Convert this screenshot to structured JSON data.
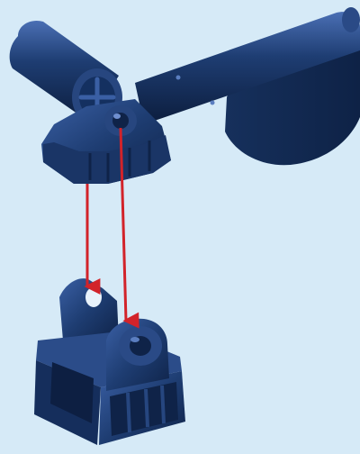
{
  "illustration": {
    "background_color": "#d6eaf7",
    "part_color": "#1e3d72",
    "part_highlight_color": "#3a5fa4",
    "part_shadow_color": "#0f2348",
    "arrow_color": "#d2232a"
  },
  "assembly": {
    "upper_part": "connector-with-axle-arm",
    "lower_part": "bracket-with-two-pin-holes",
    "arrows": [
      {
        "from": "upper-left-pin",
        "to": "lower-left-hole"
      },
      {
        "from": "upper-right-pin",
        "to": "lower-right-hole"
      }
    ]
  }
}
